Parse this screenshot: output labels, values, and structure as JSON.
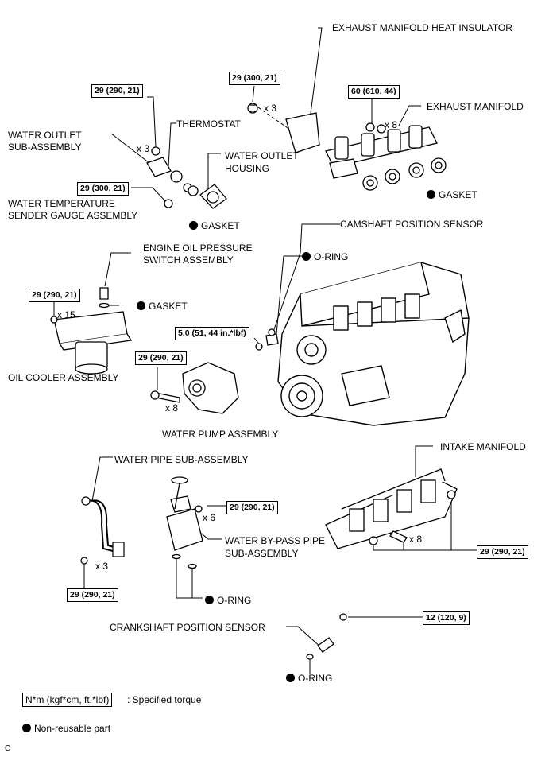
{
  "labels": {
    "exhaust_insulator": "EXHAUST MANIFOLD HEAT INSULATOR",
    "thermostat": "THERMOSTAT",
    "exhaust_manifold": "EXHAUST MANIFOLD",
    "water_outlet_sub_1": "WATER OUTLET",
    "water_outlet_sub_2": "SUB-ASSEMBLY",
    "water_outlet_housing_1": "WATER OUTLET",
    "water_outlet_housing_2": "HOUSING",
    "gasket_exhaust": "GASKET",
    "temp_sender_1": "WATER TEMPERATURE",
    "temp_sender_2": "SENDER GAUGE ASSEMBLY",
    "gasket_outlet": "GASKET",
    "camshaft_sensor": "CAMSHAFT POSITION SENSOR",
    "oil_pressure_1": "ENGINE OIL PRESSURE",
    "oil_pressure_2": "SWITCH ASSEMBLY",
    "oring_cam": "O-RING",
    "gasket_oil": "GASKET",
    "oil_cooler": "OIL COOLER ASSEMBLY",
    "water_pump": "WATER PUMP ASSEMBLY",
    "water_pipe": "WATER PIPE SUB-ASSEMBLY",
    "intake_manifold": "INTAKE MANIFOLD",
    "bypass_1": "WATER BY-PASS PIPE",
    "bypass_2": "SUB-ASSEMBLY",
    "oring_bypass": "O-RING",
    "crank_sensor": "CRANKSHAFT POSITION SENSOR",
    "oring_crank": "O-RING"
  },
  "torques": {
    "t1": "29 (290, 21)",
    "t2": "29 (300, 21)",
    "t3": "60 (610, 44)",
    "t4": "29 (300, 21)",
    "t5": "29 (290, 21)",
    "t6": "5.0 (51, 44 in.*lbf)",
    "t7": "29 (290, 21)",
    "t8": "29 (290, 21)",
    "t9": "29 (290, 21)",
    "t10": "29 (290, 21)",
    "t11": "12 (120, 9)"
  },
  "quantities": {
    "q1": "x 3",
    "q2": "x 3",
    "q3": "x 8",
    "q4": "x 15",
    "q5": "x 8",
    "q6": "x 6",
    "q7": "x 8",
    "q8": "x 3"
  },
  "legend": {
    "torque_unit": "N*m (kgf*cm, ft.*lbf)",
    "torque_desc": ": Specified torque",
    "nonreusable": "Non-reusable part"
  },
  "footer": {
    "code": "C"
  }
}
